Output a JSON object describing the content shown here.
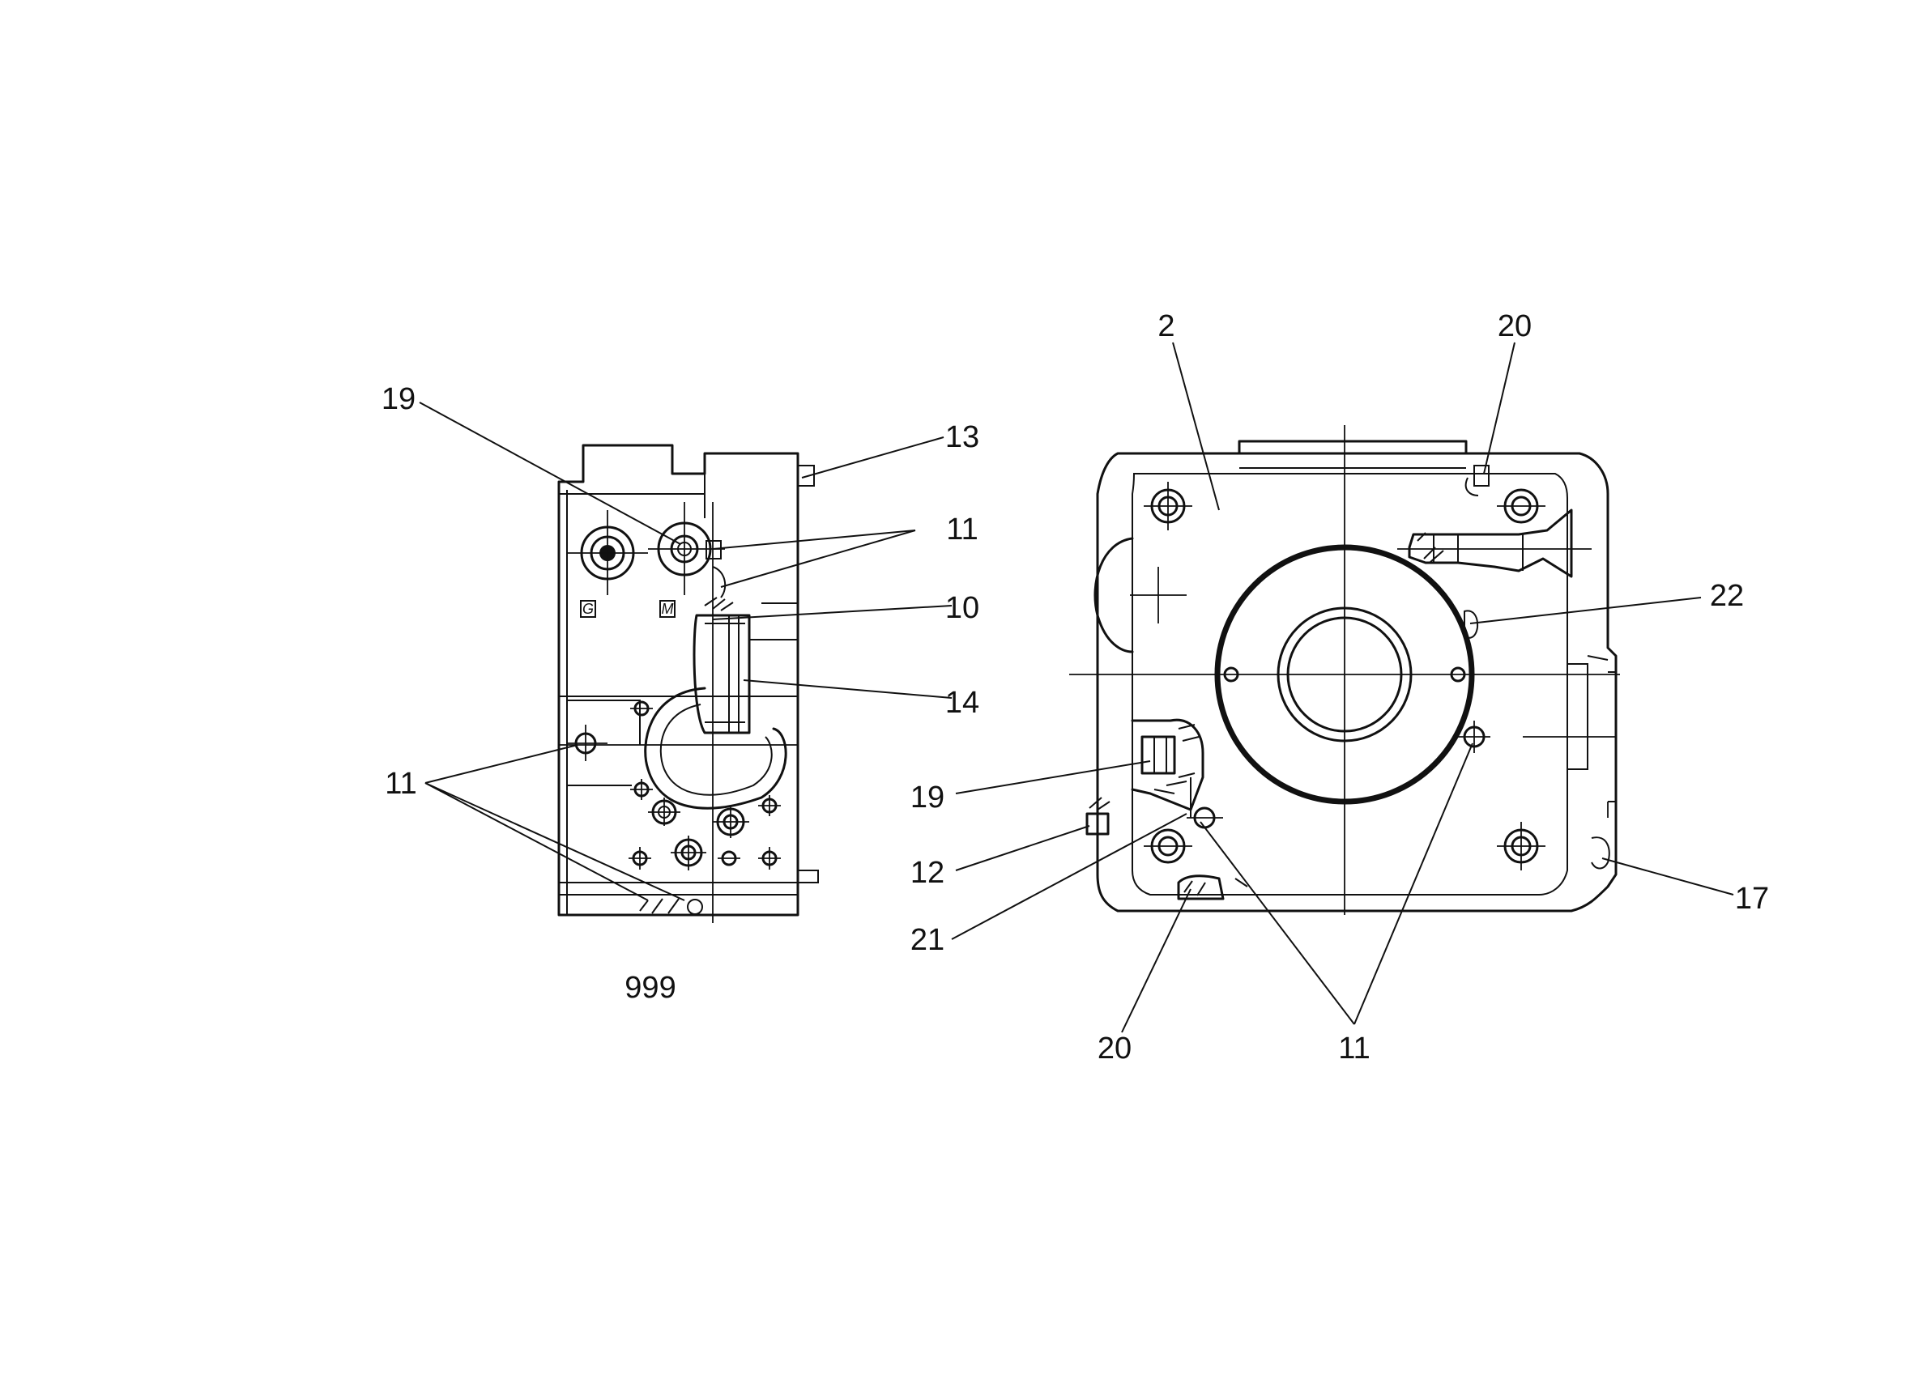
{
  "left_view": {
    "callouts": {
      "c19": "19",
      "c13": "13",
      "c11a": "11",
      "c10": "10",
      "c14": "14",
      "c11b": "11"
    },
    "port_g": "G",
    "port_m": "M",
    "caption": "999"
  },
  "right_view": {
    "callouts": {
      "c2": "2",
      "c20a": "20",
      "c22": "22",
      "c19": "19",
      "c12": "12",
      "c21": "21",
      "c17": "17",
      "c20b": "20",
      "c11": "11"
    }
  }
}
